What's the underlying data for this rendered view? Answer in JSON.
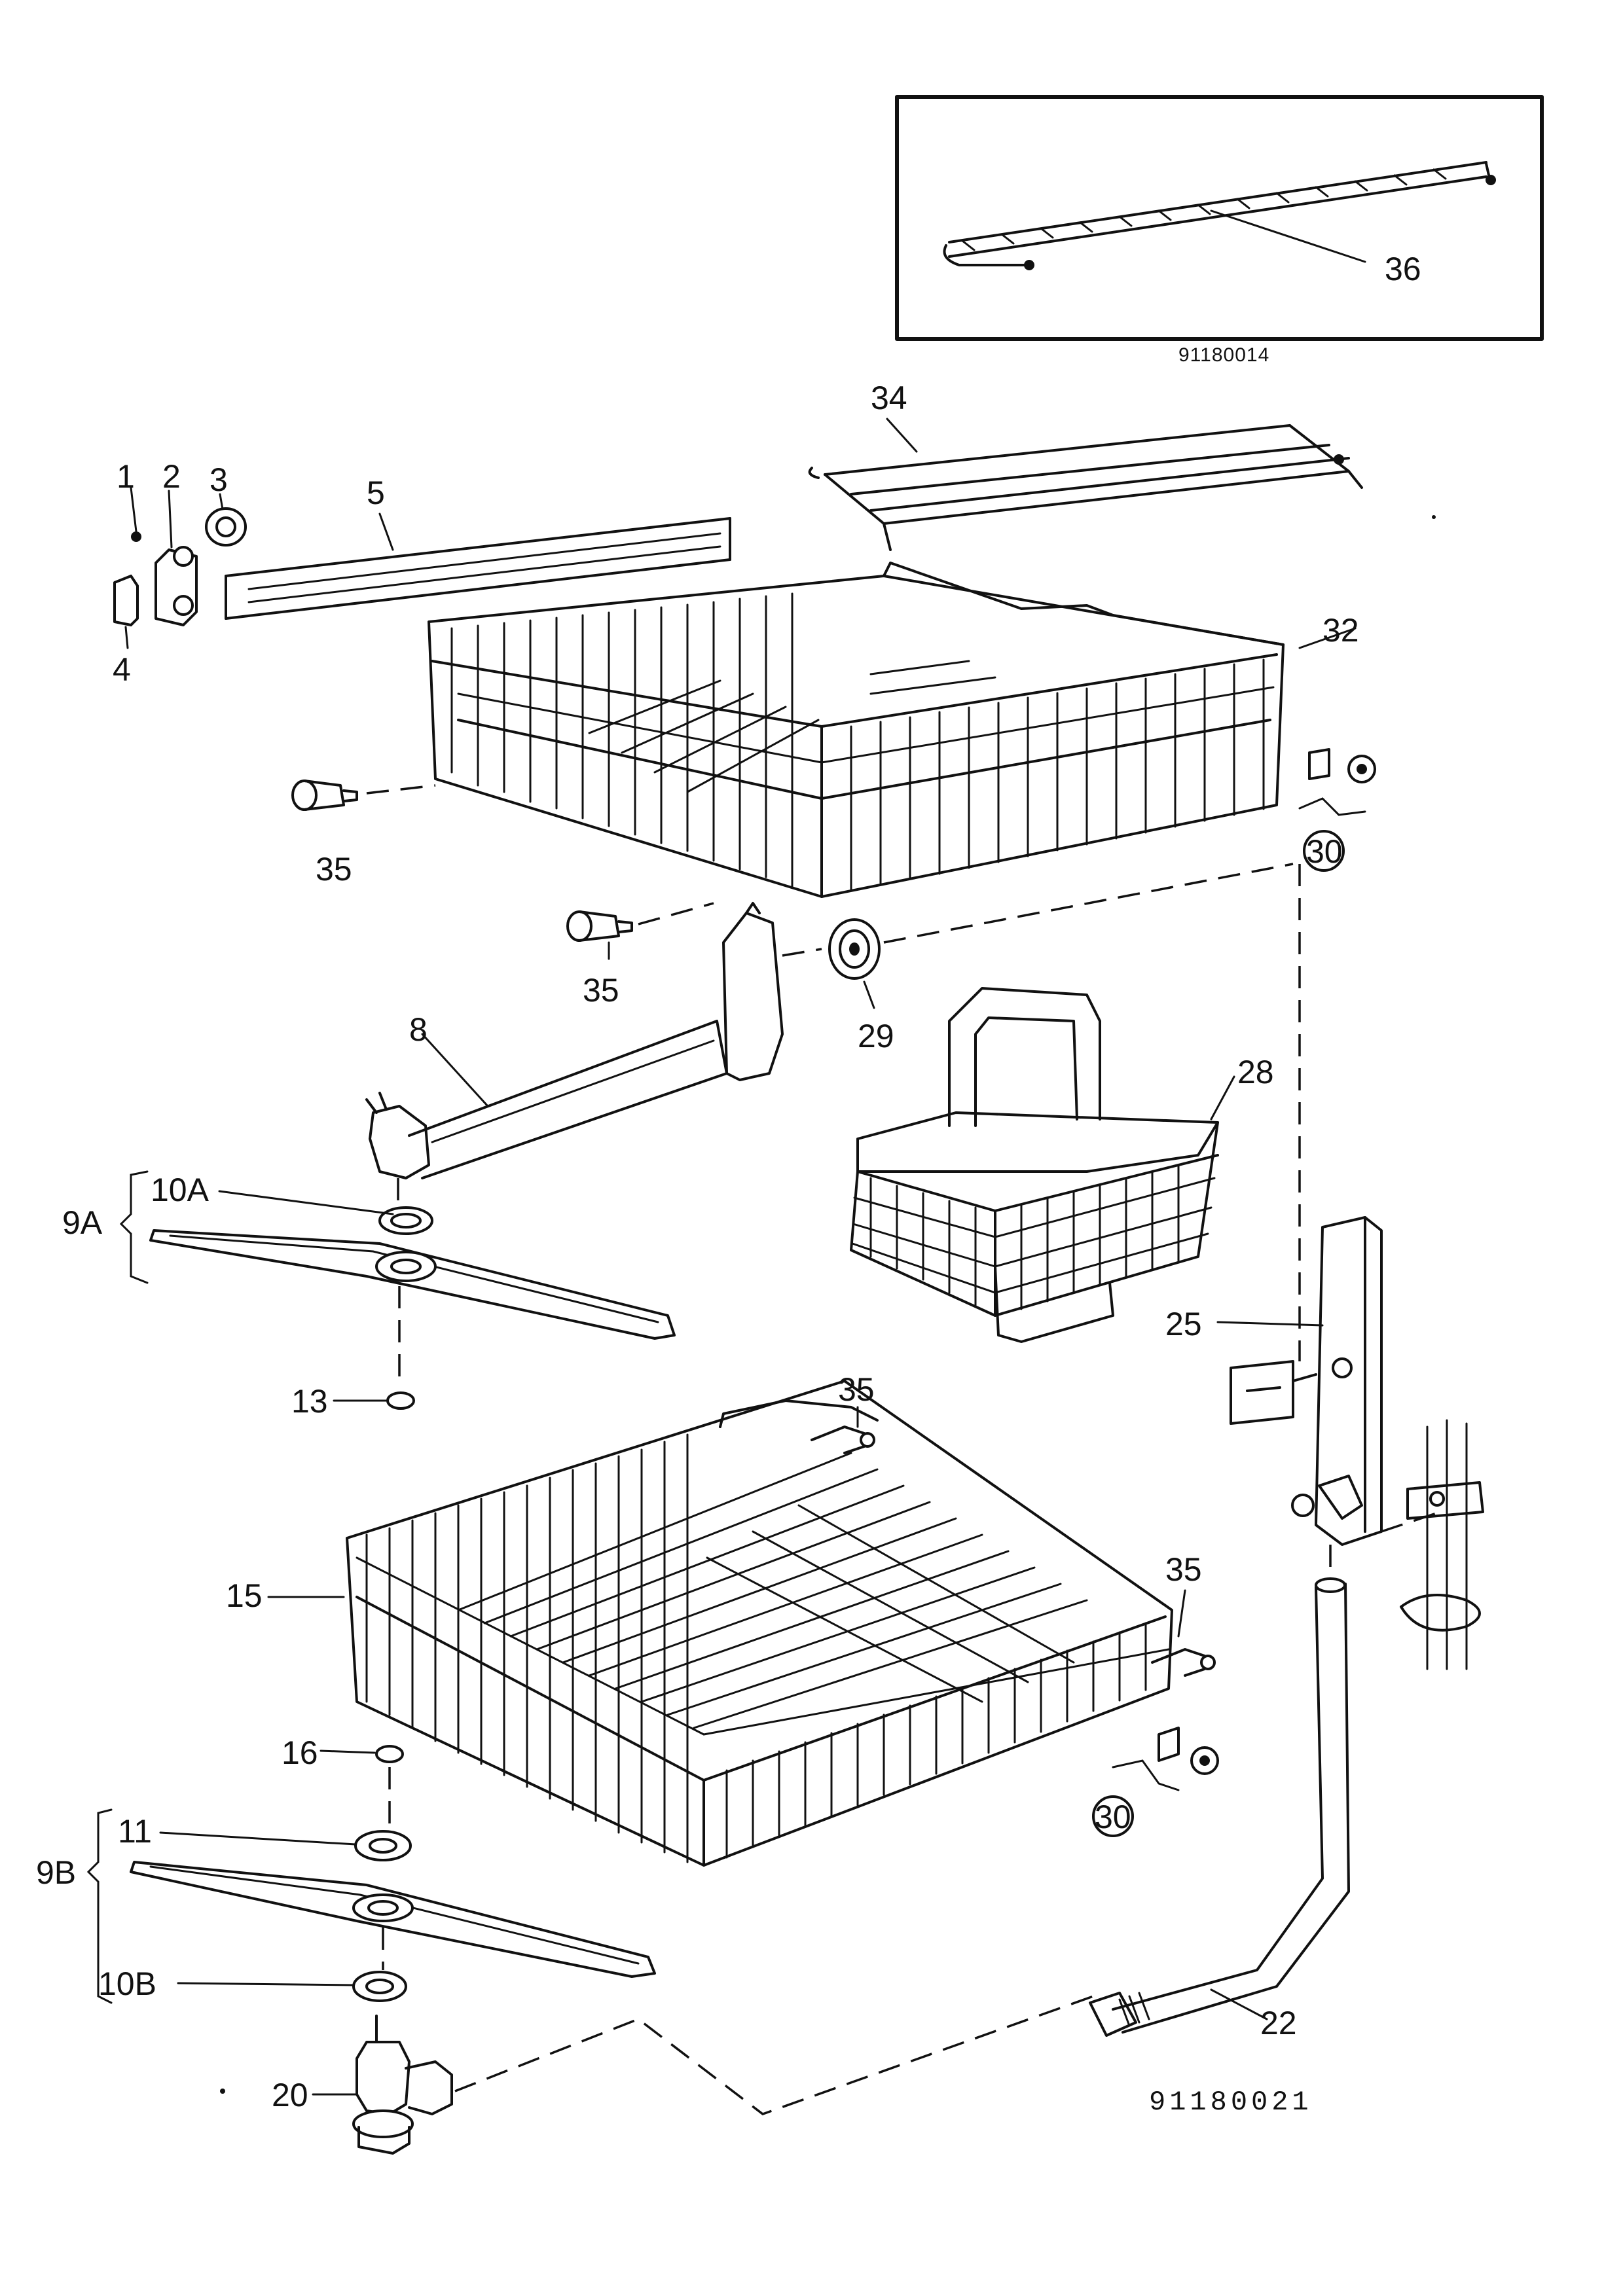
{
  "drawing_codes": {
    "inset": "91180014",
    "main": "91180021"
  },
  "callouts": {
    "c1": "1",
    "c2": "2",
    "c3": "3",
    "c4": "4",
    "c5": "5",
    "c8": "8",
    "c9A": "9A",
    "c10A": "10A",
    "c13": "13",
    "c15": "15",
    "c16": "16",
    "c9B": "9B",
    "c11": "11",
    "c10B": "10B",
    "c20": "20",
    "c22": "22",
    "c25": "25",
    "c28": "28",
    "c29": "29",
    "c30a": "30",
    "c30b": "30",
    "c32": "32",
    "c34": "34",
    "c35a": "35",
    "c35b": "35",
    "c35c": "35",
    "c35d": "35",
    "c36": "36"
  }
}
